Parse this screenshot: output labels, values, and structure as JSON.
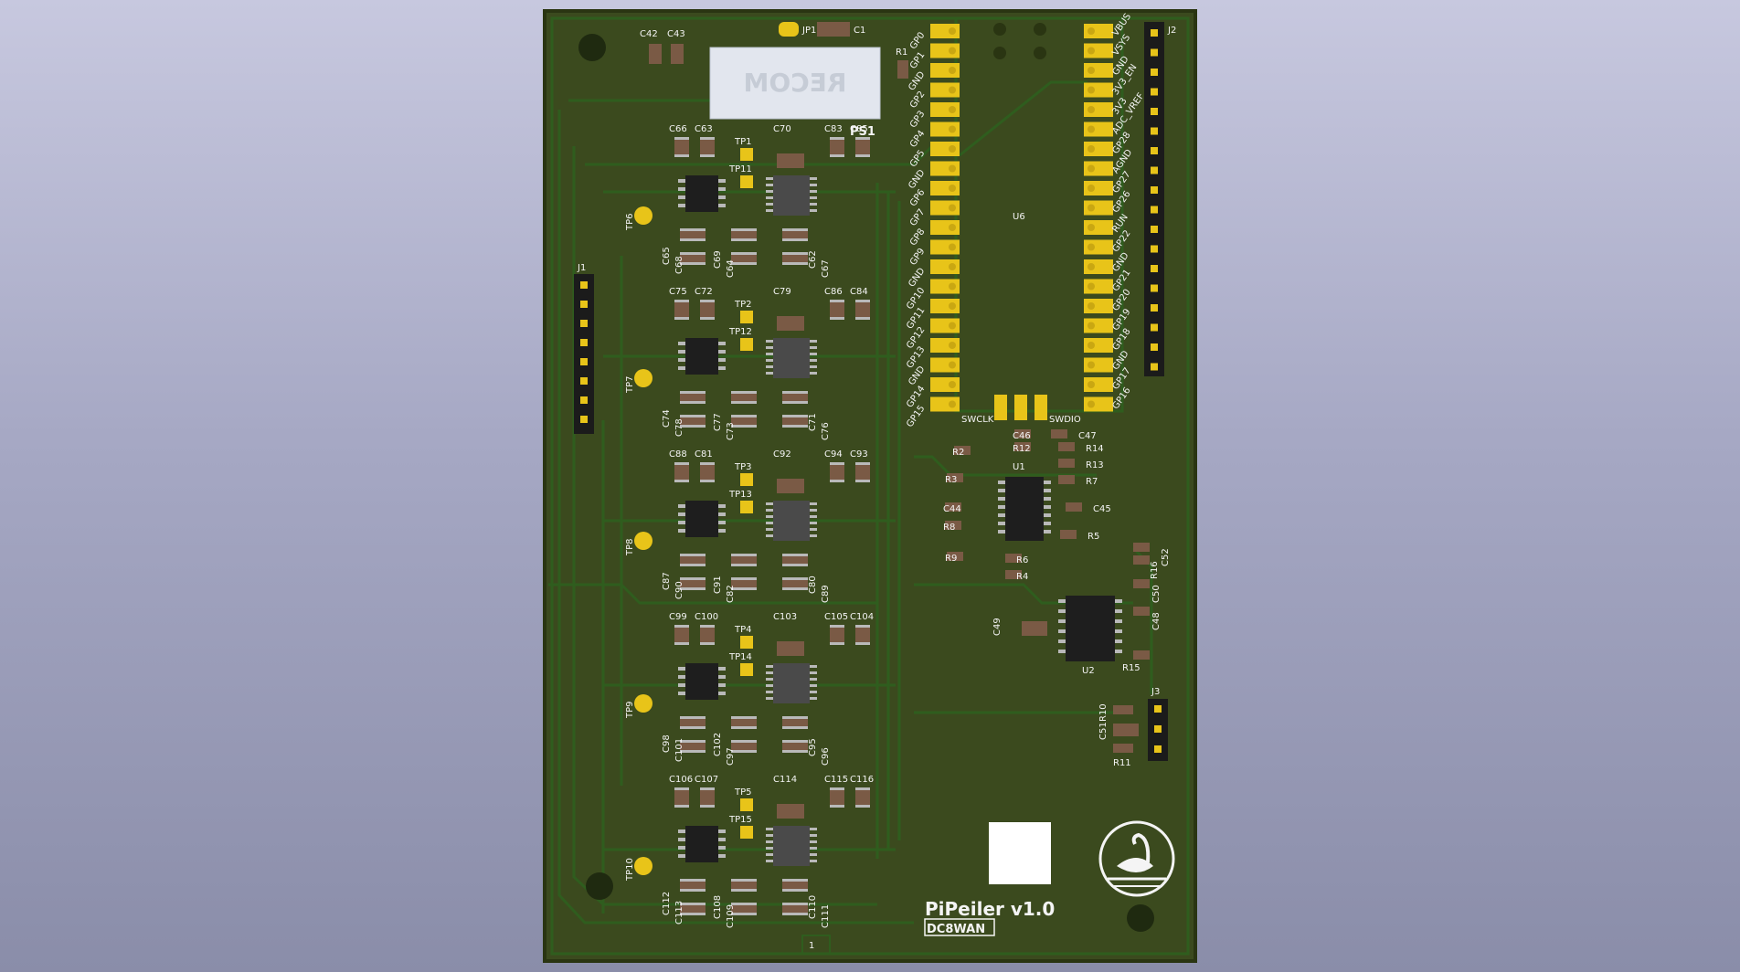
{
  "viewer": {
    "background_top": "#c7c8df",
    "background_bottom": "#8a8da9"
  },
  "board": {
    "color": "#3b4a1e",
    "trace_color": "#2f5d1e",
    "pad_color": "#e8c419",
    "title": "PiPeiler v1.0",
    "author": "DC8WAN",
    "footer_marker": "1",
    "logo_icon": "swan-icon"
  },
  "power": {
    "module_label": "PS1",
    "module_brand": "RECOM",
    "caps": [
      "C42",
      "C43",
      "C1"
    ],
    "jumper": "JP1",
    "resistor": "R1"
  },
  "mcu": {
    "ref": "U6",
    "left_pins": [
      "GP0",
      "GP1",
      "GND",
      "GP2",
      "GP3",
      "GP4",
      "GP5",
      "GND",
      "GP6",
      "GP7",
      "GP8",
      "GP9",
      "GND",
      "GP10",
      "GP11",
      "GP12",
      "GP13",
      "GND",
      "GP14",
      "GP15"
    ],
    "right_pins": [
      "VBUS",
      "VSYS",
      "GND",
      "3V3_EN",
      "3V3",
      "ADC_VREF",
      "GP28",
      "AGND",
      "GP27",
      "GP26",
      "RUN",
      "GP22",
      "GND",
      "GP21",
      "GP20",
      "GP19",
      "GP18",
      "GND",
      "GP17",
      "GP16"
    ],
    "debug_left": "SWCLK",
    "debug_right": "SWDIO"
  },
  "connectors": {
    "j1": "J1",
    "j2": "J2",
    "j3": "J3"
  },
  "channels": [
    {
      "tp_top": "TP1",
      "tp_bottom": "TP11",
      "tp_side": "TP6",
      "top_caps": [
        "C66",
        "C63",
        "C70",
        "C83",
        "C85"
      ],
      "bottom_caps": [
        "C65",
        "C68",
        "C69",
        "C64",
        "C62",
        "C67"
      ]
    },
    {
      "tp_top": "TP2",
      "tp_bottom": "TP12",
      "tp_side": "TP7",
      "top_caps": [
        "C75",
        "C72",
        "C79",
        "C86",
        "C84"
      ],
      "bottom_caps": [
        "C74",
        "C78",
        "C77",
        "C73",
        "C71",
        "C76"
      ]
    },
    {
      "tp_top": "TP3",
      "tp_bottom": "TP13",
      "tp_side": "TP8",
      "top_caps": [
        "C88",
        "C81",
        "C92",
        "C94",
        "C93"
      ],
      "bottom_caps": [
        "C87",
        "C90",
        "C91",
        "C82",
        "C80",
        "C89"
      ]
    },
    {
      "tp_top": "TP4",
      "tp_bottom": "TP14",
      "tp_side": "TP9",
      "top_caps": [
        "C99",
        "C100",
        "C103",
        "C105",
        "C104"
      ],
      "bottom_caps": [
        "C98",
        "C101",
        "C102",
        "C97",
        "C95",
        "C96"
      ]
    },
    {
      "tp_top": "TP5",
      "tp_bottom": "TP15",
      "tp_side": "TP10",
      "top_caps": [
        "C106",
        "C107",
        "C114",
        "C115",
        "C116"
      ],
      "bottom_caps": [
        "C112",
        "C113",
        "C108",
        "C109",
        "C110",
        "C111"
      ]
    }
  ],
  "u1_block": {
    "ref": "U1",
    "parts": [
      "C46",
      "R12",
      "C47",
      "R14",
      "R13",
      "R2",
      "R3",
      "R7",
      "C44",
      "C45",
      "R8",
      "R5",
      "R9",
      "R6",
      "R4"
    ]
  },
  "u2_block": {
    "ref": "U2",
    "parts": [
      "R16",
      "C52",
      "C48",
      "C50",
      "C49",
      "R15"
    ]
  },
  "j3_block": {
    "parts": [
      "R10",
      "C51",
      "R11"
    ]
  }
}
